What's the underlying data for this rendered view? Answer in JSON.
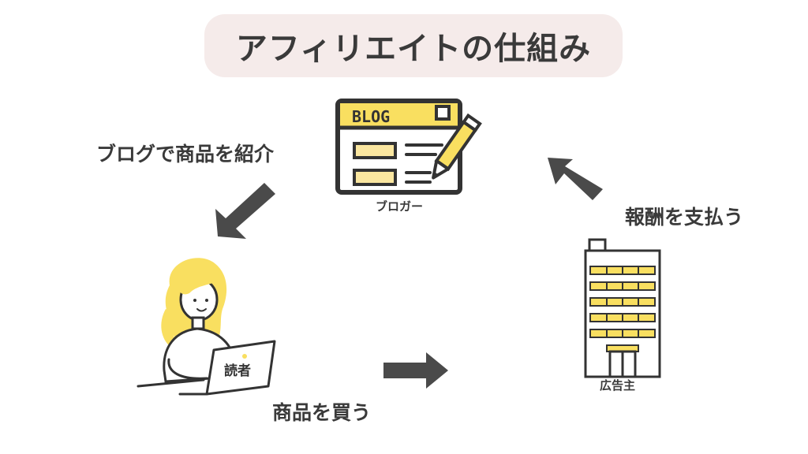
{
  "title": "アフィリエイトの仕組み",
  "steps": {
    "introduce": "ブログで商品を紹介",
    "buy": "商品を買う",
    "pay": "報酬を支払う"
  },
  "actors": {
    "blogger": {
      "label": "ブロガー",
      "screen_text": "BLOG"
    },
    "reader": {
      "label": "読者"
    },
    "advertiser": {
      "label": "広告主"
    }
  },
  "colors": {
    "title_bg": "#f5ebea",
    "text": "#3a3a3a",
    "accent_yellow": "#f9df60",
    "light_yellow": "#fbe7a0",
    "arrow": "#4a4a4a",
    "outline": "#333333"
  }
}
